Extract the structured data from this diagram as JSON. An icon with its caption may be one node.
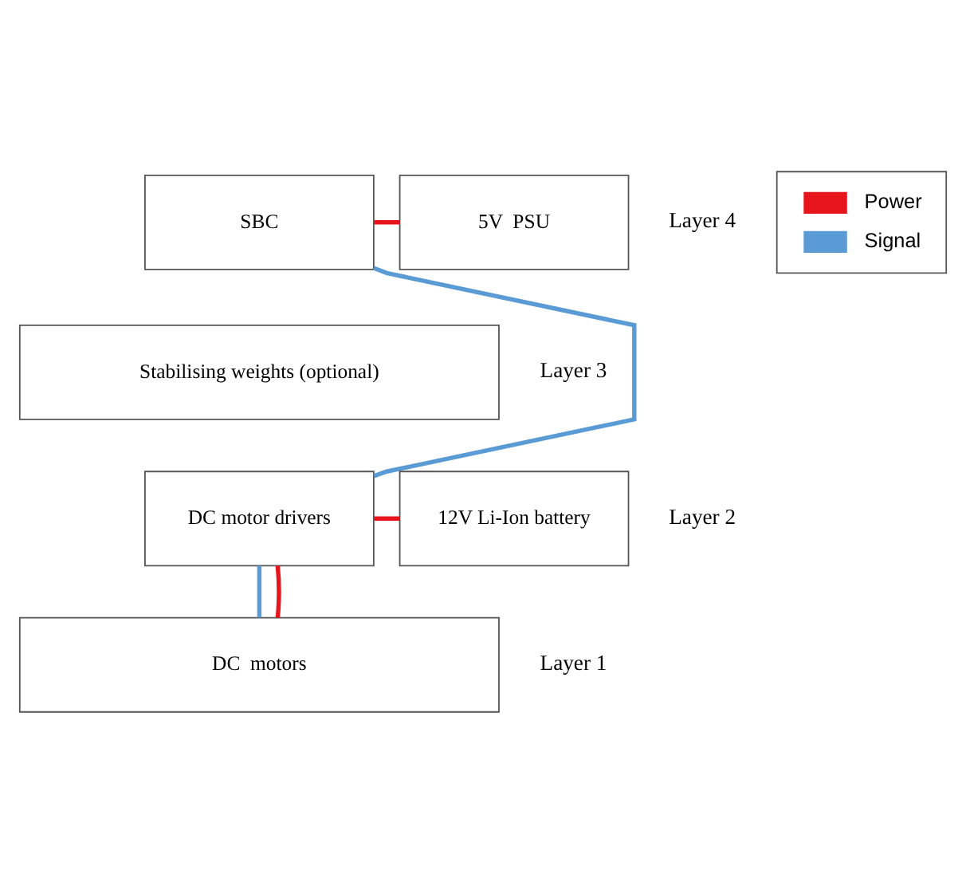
{
  "diagram": {
    "nodes": [
      {
        "text": [
          "SBC"
        ]
      },
      {
        "text": [
          "5V  PSU"
        ]
      },
      {
        "text": [
          "Stabilising weights (optional)"
        ]
      },
      {
        "text": [
          "DC motor drivers"
        ]
      },
      {
        "text": [
          "12V Li-Ion battery"
        ]
      },
      {
        "text": [
          "DC  motors"
        ]
      }
    ],
    "edges": [
      {
        "from": 0,
        "to": 1,
        "arrow": "none",
        "color": "#e8141c"
      },
      {
        "from": 0,
        "to": 3,
        "arrow": "none",
        "color": "#5b9bd5"
      },
      {
        "from": 3,
        "to": 4,
        "arrow": "none",
        "color": "#e8141c"
      },
      {
        "from": 3,
        "to": 5,
        "arrow": "none",
        "color": "#5b9bd5"
      },
      {
        "from": 3,
        "to": 5,
        "arrow": "none",
        "color": "#e8141c"
      }
    ],
    "labels": [
      "Layer 4",
      "Layer 3",
      "Layer 2",
      "Layer 1"
    ],
    "legend": [
      {
        "text": "Power",
        "color": "#e8141c"
      },
      {
        "text": "Signal",
        "color": "#5b9bd5"
      }
    ]
  }
}
